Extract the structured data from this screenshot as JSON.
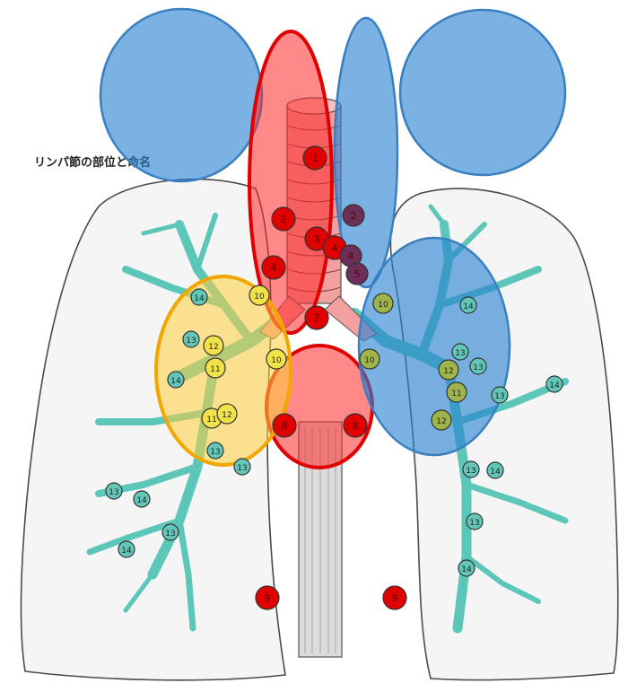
{
  "title": "リンパ節の部位と命名",
  "colors": {
    "lung_fill": "#f4f5f4",
    "lung_outline": "#4a4a4a",
    "bronchus": "#5cc6b8",
    "bronchus_edge": "#2f7e74",
    "trachea": "#f2a0a0",
    "esophagus": "#d9d9d9",
    "node_red": "#e00000",
    "node_purple": "#6b2f5a",
    "node_green": "#9fb44a",
    "node_yellow": "#f2e24a",
    "node_teal": "#62c7b8",
    "highlight_red": "rgba(255,40,40,0.55)",
    "highlight_blue": "rgba(40,130,210,0.62)",
    "highlight_yellow": "rgba(255,205,60,0.55)"
  },
  "nodes": {
    "red": [
      "1",
      "2",
      "3",
      "4",
      "4",
      "7",
      "8",
      "8",
      "9",
      "9"
    ],
    "purple": [
      "2",
      "4",
      "5"
    ],
    "green": [
      "10",
      "10",
      "12",
      "11",
      "12"
    ],
    "yellow": [
      "10",
      "10",
      "12",
      "11",
      "11",
      "12"
    ],
    "right_teal": [
      "14",
      "13",
      "14",
      "13",
      "13",
      "14",
      "13",
      "14",
      "13"
    ],
    "left_teal": [
      "14",
      "13",
      "13",
      "13",
      "14",
      "13",
      "14",
      "13",
      "14"
    ]
  }
}
